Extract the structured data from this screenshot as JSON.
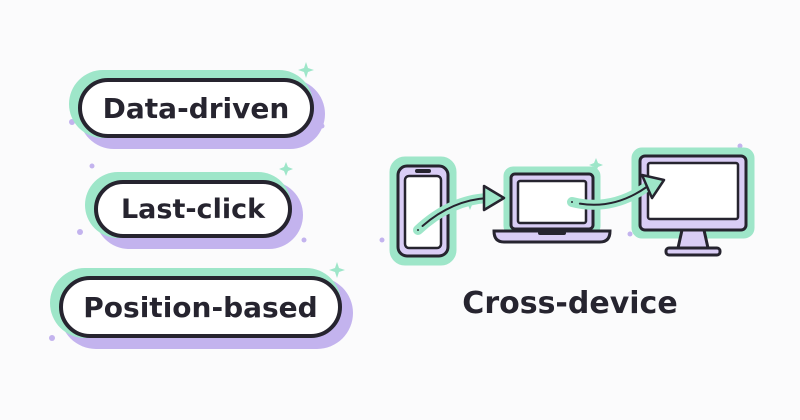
{
  "attribution_models": [
    {
      "label": "Data-driven"
    },
    {
      "label": "Last-click"
    },
    {
      "label": "Position-based"
    }
  ],
  "cross_device": {
    "caption": "Cross-device",
    "devices": [
      "phone-icon",
      "laptop-icon",
      "desktop-monitor-icon"
    ]
  },
  "colors": {
    "outline": "#26242f",
    "mint": "#9ee6c9",
    "lavender": "#c3b3ee",
    "device_fill": "#d9cdf5",
    "background": "#fbfbfc"
  }
}
